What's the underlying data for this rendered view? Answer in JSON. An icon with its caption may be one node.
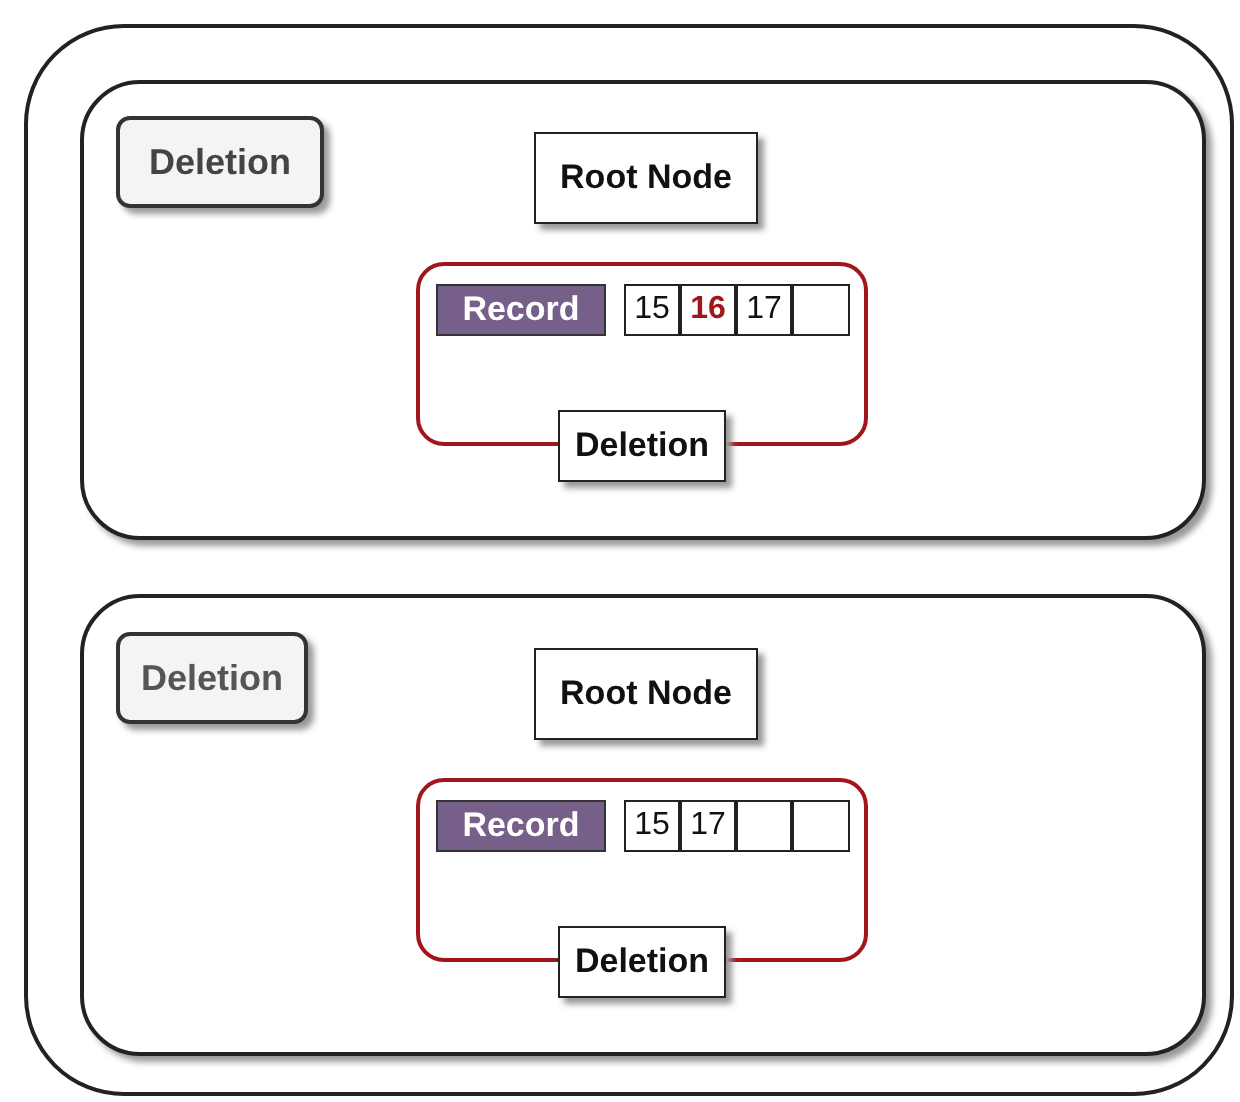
{
  "diagram": {
    "nodes": [
      {
        "text": [],
        "shape": "box"
      },
      {
        "text": [],
        "shape": "box",
        "in": 0
      },
      {
        "text": [
          "Deletion"
        ],
        "in": 1
      },
      {
        "text": [
          "Root Node"
        ],
        "in": 1
      },
      {
        "text": [],
        "shape": "box",
        "in": 1
      },
      {
        "text": [
          "Record"
        ],
        "in": 4
      },
      {
        "text": [
          "15"
        ],
        "in": 4
      },
      {
        "text": [
          "16"
        ],
        "in": 4
      },
      {
        "text": [
          "17"
        ],
        "in": 4
      },
      {
        "text": [],
        "shape": "box",
        "in": 4
      },
      {
        "text": [
          "Deletion"
        ],
        "in": 1
      },
      {
        "text": [],
        "shape": "box",
        "in": 0
      },
      {
        "text": [
          "Deletion"
        ],
        "in": 11
      },
      {
        "text": [
          "Root Node"
        ],
        "in": 11
      },
      {
        "text": [],
        "shape": "box",
        "in": 11
      },
      {
        "text": [
          "Record"
        ],
        "in": 14
      },
      {
        "text": [
          "15"
        ],
        "in": 14
      },
      {
        "text": [
          "17"
        ],
        "in": 14
      },
      {
        "text": [],
        "shape": "box",
        "in": 14
      },
      {
        "text": [],
        "shape": "box",
        "in": 14
      },
      {
        "text": [
          "Deletion"
        ],
        "in": 11
      }
    ]
  }
}
